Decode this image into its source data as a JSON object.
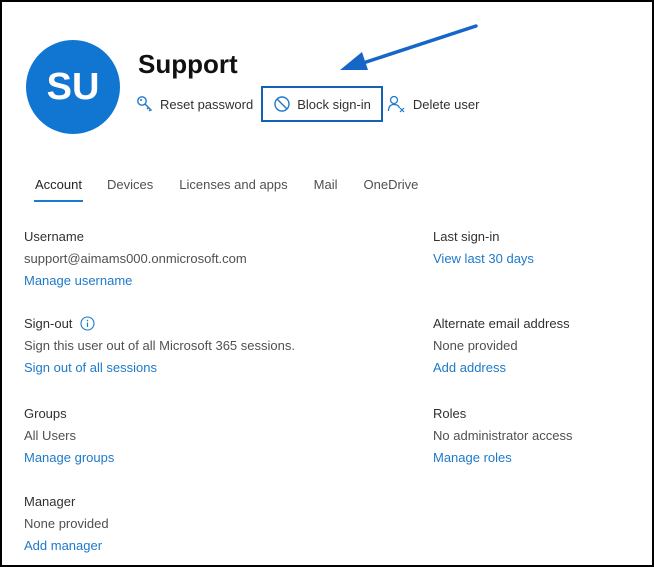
{
  "user": {
    "initials": "SU",
    "display_name": "Support"
  },
  "actions": [
    {
      "label": "Reset password",
      "icon": "key-icon"
    },
    {
      "label": "Block sign-in",
      "icon": "block-icon"
    },
    {
      "label": "Delete user",
      "icon": "delete-user-icon"
    }
  ],
  "tabs": [
    {
      "label": "Account",
      "active": true
    },
    {
      "label": "Devices"
    },
    {
      "label": "Licenses and apps"
    },
    {
      "label": "Mail"
    },
    {
      "label": "OneDrive"
    }
  ],
  "left_sections": {
    "username": {
      "label": "Username",
      "value": "support@aimams000.onmicrosoft.com",
      "link": "Manage username"
    },
    "signout": {
      "label": "Sign-out",
      "value": "Sign this user out of all Microsoft 365 sessions.",
      "link": "Sign out of all sessions"
    },
    "groups": {
      "label": "Groups",
      "value": "All Users",
      "link": "Manage groups"
    },
    "manager": {
      "label": "Manager",
      "value": "None provided",
      "link": "Add manager"
    }
  },
  "right_sections": {
    "last_signin": {
      "label": "Last sign-in",
      "link": "View last 30 days"
    },
    "alt_email": {
      "label": "Alternate email address",
      "value": "None provided",
      "link": "Add address"
    },
    "roles": {
      "label": "Roles",
      "value": "No administrator access",
      "link": "Manage roles"
    }
  },
  "colors": {
    "accent": "#1176d1",
    "highlight_box": "#1462b6",
    "link": "#1e7ac9"
  }
}
